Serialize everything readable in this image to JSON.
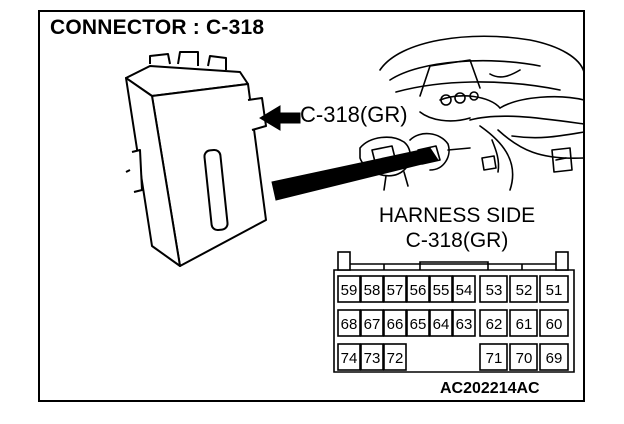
{
  "title": "CONNECTOR : C-318",
  "callout_label": "C-318(GR)",
  "harness_title": "HARNESS SIDE",
  "harness_connector": "C-318(GR)",
  "reference_code": "AC202214AC",
  "pins": {
    "row1": [
      "59",
      "58",
      "57",
      "56",
      "55",
      "54",
      "53",
      "52",
      "51"
    ],
    "row2": [
      "68",
      "67",
      "66",
      "65",
      "64",
      "63",
      "62",
      "61",
      "60"
    ],
    "row3_left": [
      "74",
      "73",
      "72"
    ],
    "row3_right": [
      "71",
      "70",
      "69"
    ]
  }
}
